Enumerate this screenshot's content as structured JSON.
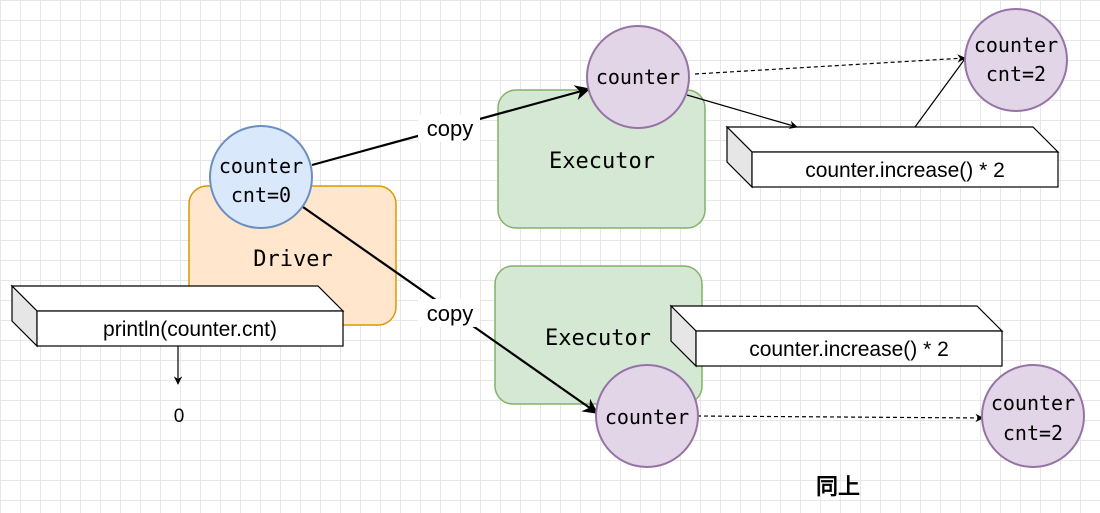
{
  "driver": {
    "label": "Driver",
    "counter_label": "counter",
    "counter_value": "cnt=0",
    "print_statement": "println(counter.cnt)",
    "print_result": "0"
  },
  "executor_top": {
    "label": "Executor",
    "counter_label": "counter",
    "operation": "counter.increase() * 2",
    "result_label": "counter",
    "result_value": "cnt=2"
  },
  "executor_bottom": {
    "label": "Executor",
    "counter_label": "counter",
    "operation": "counter.increase() * 2",
    "result_label": "counter",
    "result_value": "cnt=2"
  },
  "edges": {
    "copy_top": "copy",
    "copy_bottom": "copy"
  },
  "note": "同上",
  "colors": {
    "driver_fill": "#ffe6cc",
    "driver_stroke": "#d79b00",
    "executor_fill": "#d5e8d4",
    "executor_stroke": "#82b366",
    "driver_counter_fill": "#dae8fc",
    "driver_counter_stroke": "#6c8ebf",
    "counter_fill": "#e1d5e7",
    "counter_stroke": "#9673a6"
  }
}
